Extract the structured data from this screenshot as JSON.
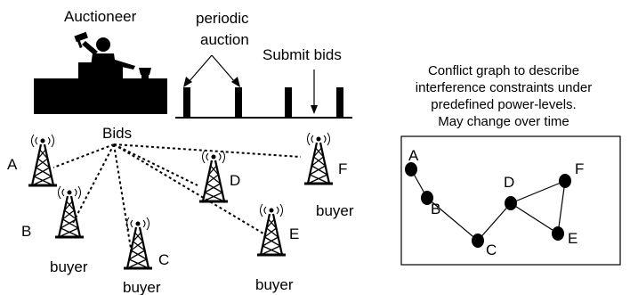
{
  "labels": {
    "auctioneer": "Auctioneer",
    "periodic_line1": "periodic",
    "periodic_line2": "auction",
    "submit_bids": "Submit bids",
    "bids": "Bids",
    "conflict_caption": [
      "Conflict graph to describe",
      "interference constraints under",
      "predefined power-levels.",
      "May change over time"
    ]
  },
  "towers": [
    {
      "id": "A",
      "label": "A",
      "role": ""
    },
    {
      "id": "B",
      "label": "B",
      "role": "buyer"
    },
    {
      "id": "C",
      "label": "C",
      "role": "buyer"
    },
    {
      "id": "D",
      "label": "D",
      "role": ""
    },
    {
      "id": "E",
      "label": "E",
      "role": "buyer"
    },
    {
      "id": "F",
      "label": "F",
      "role": "buyer"
    }
  ],
  "conflict_graph": {
    "nodes": [
      "A",
      "B",
      "C",
      "D",
      "E",
      "F"
    ],
    "edges": [
      [
        "A",
        "B"
      ],
      [
        "B",
        "C"
      ],
      [
        "C",
        "D"
      ],
      [
        "D",
        "F"
      ],
      [
        "D",
        "E"
      ],
      [
        "F",
        "E"
      ]
    ]
  },
  "colors": {
    "ink": "#000000",
    "background": "#ffffff"
  }
}
